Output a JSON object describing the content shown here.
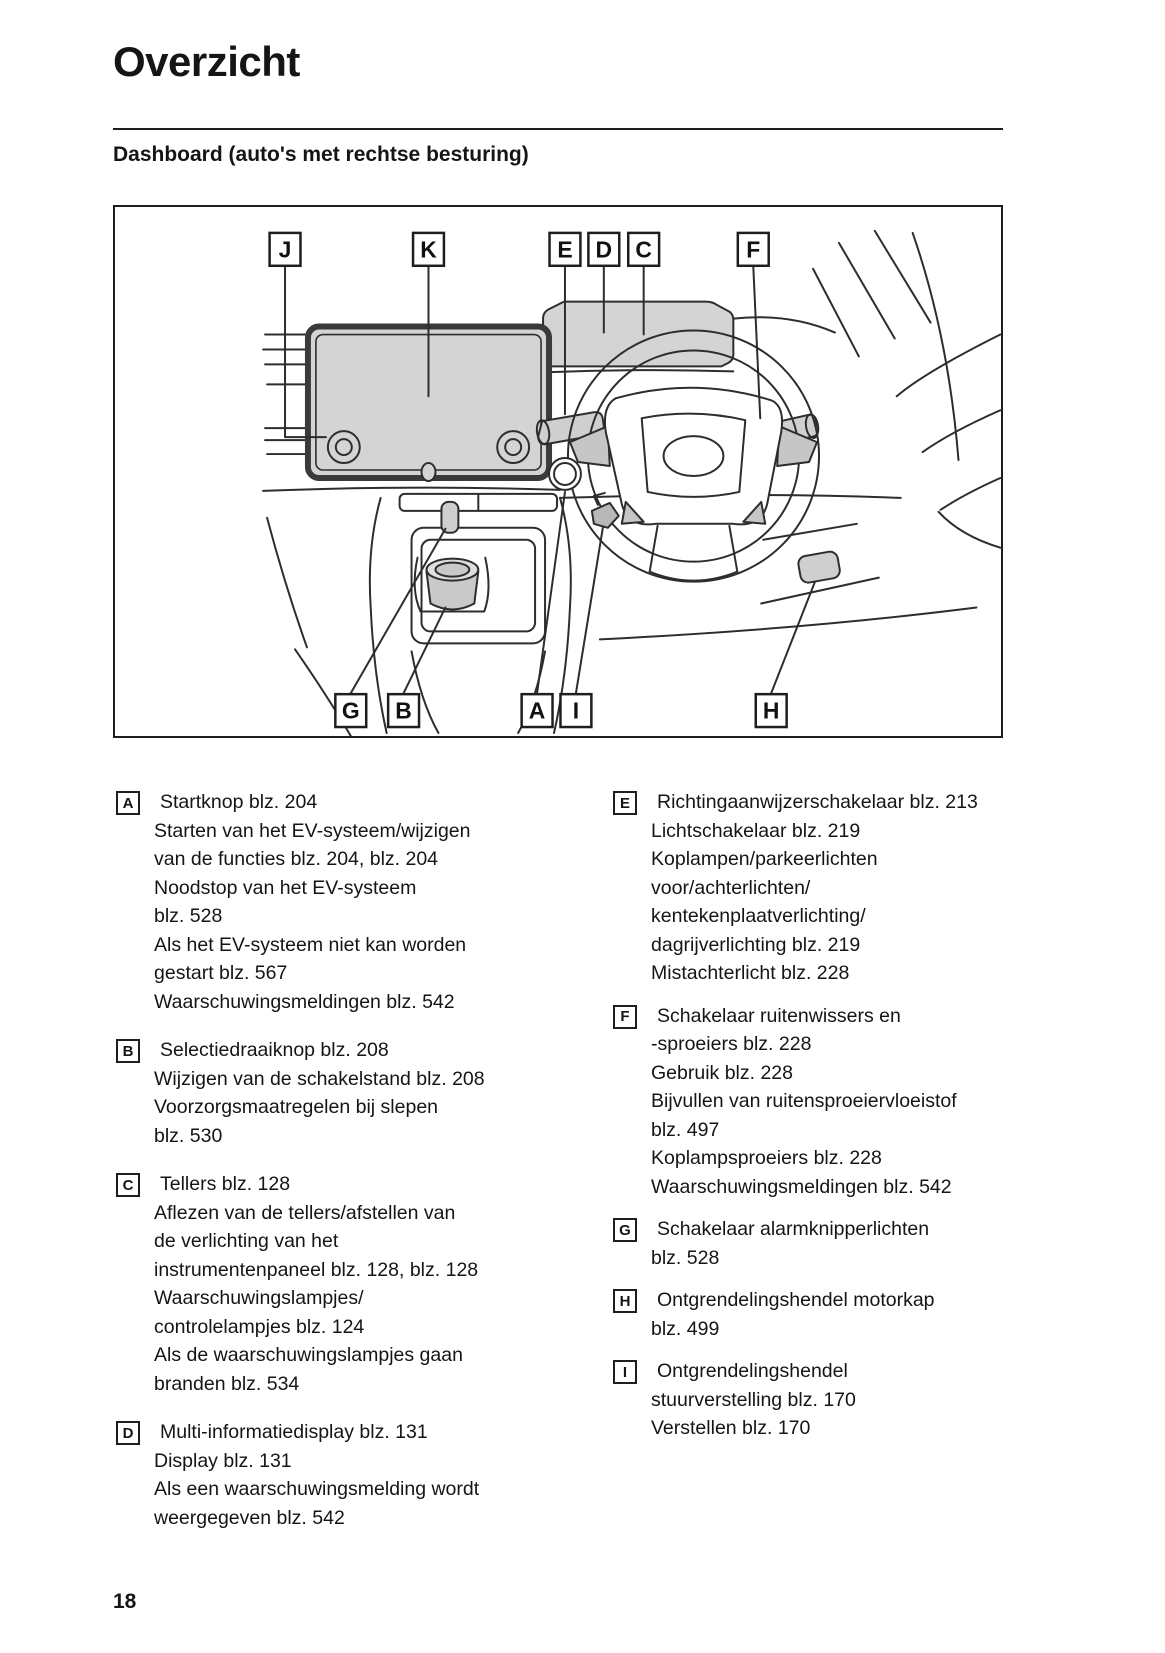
{
  "page": {
    "title": "Overzicht",
    "subtitle": "Dashboard (auto's met rechtse besturing)",
    "page_number": "18"
  },
  "diagram": {
    "gray_fill": "#d4d4d4",
    "line_color": "#2d2d2d",
    "top_callouts": [
      {
        "letter": "J"
      },
      {
        "letter": "K"
      },
      {
        "letter": "E"
      },
      {
        "letter": "D"
      },
      {
        "letter": "C"
      },
      {
        "letter": "F"
      }
    ],
    "bottom_callouts": [
      {
        "letter": "G"
      },
      {
        "letter": "B"
      },
      {
        "letter": "A"
      },
      {
        "letter": "I"
      },
      {
        "letter": "H"
      }
    ]
  },
  "legend": {
    "left": [
      {
        "letter": "A",
        "lines": [
          "Startknop blz. 204",
          "Starten van het EV-systeem/wijzigen",
          "van de functies blz. 204, blz. 204",
          "Noodstop van het EV-systeem",
          "blz. 528",
          "Als het EV-systeem niet kan worden",
          "gestart blz. 567",
          "Waarschuwingsmeldingen blz. 542"
        ]
      },
      {
        "letter": "B",
        "lines": [
          "Selectiedraaiknop blz. 208",
          "Wijzigen van de schakelstand blz. 208",
          "Voorzorgsmaatregelen bij slepen",
          "blz. 530"
        ]
      },
      {
        "letter": "C",
        "lines": [
          "Tellers blz. 128",
          "Aflezen van de tellers/afstellen van",
          "de verlichting van het",
          "instrumentenpaneel blz. 128, blz. 128",
          "Waarschuwingslampjes/",
          "controlelampjes blz. 124",
          "Als de waarschuwingslampjes gaan",
          "branden blz. 534"
        ]
      },
      {
        "letter": "D",
        "lines": [
          "Multi-informatiedisplay blz. 131",
          "Display blz. 131",
          "Als een waarschuwingsmelding wordt",
          "weergegeven blz. 542"
        ]
      }
    ],
    "right": [
      {
        "letter": "E",
        "lines": [
          "Richtingaanwijzerschakelaar blz. 213",
          "Lichtschakelaar blz. 219",
          "Koplampen/parkeerlichten",
          "voor/achterlichten/",
          "kentekenplaatverlichting/",
          "dagrijverlichting blz. 219",
          "Mistachterlicht blz. 228"
        ]
      },
      {
        "letter": "F",
        "lines": [
          "Schakelaar ruitenwissers en",
          "-sproeiers blz. 228",
          "Gebruik blz. 228",
          "Bijvullen van ruitensproeiervloeistof",
          "blz. 497",
          "Koplampsproeiers blz. 228",
          "Waarschuwingsmeldingen blz. 542"
        ]
      },
      {
        "letter": "G",
        "lines": [
          "Schakelaar alarmknipperlichten",
          "blz. 528"
        ]
      },
      {
        "letter": "H",
        "lines": [
          "Ontgrendelingshendel motorkap",
          "blz. 499"
        ]
      },
      {
        "letter": "I",
        "lines": [
          "Ontgrendelingshendel",
          "stuurverstelling blz. 170",
          "Verstellen blz. 170"
        ]
      }
    ]
  }
}
